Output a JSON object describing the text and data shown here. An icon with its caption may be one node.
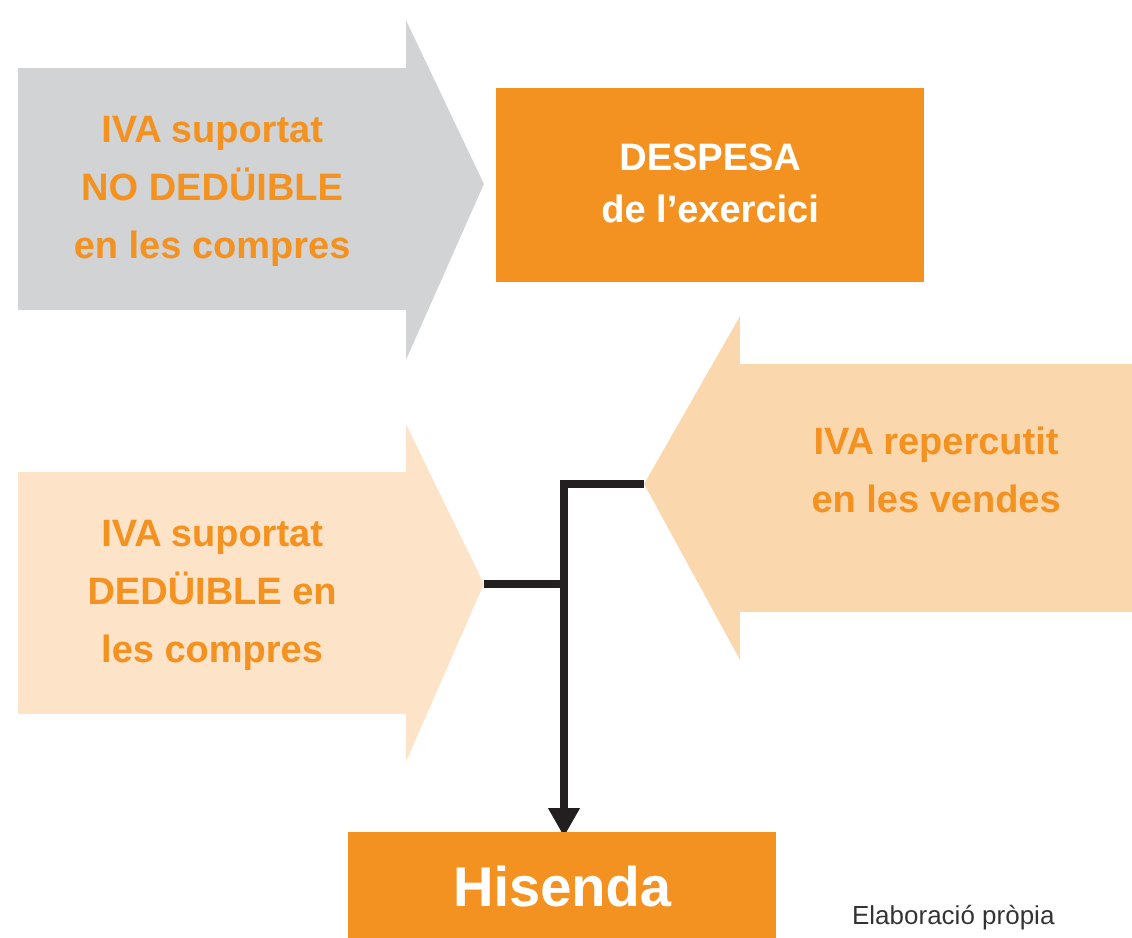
{
  "diagram": {
    "nodes": [
      {
        "text": [
          "IVA suportat NO DEDÜIBLE en les compres"
        ]
      },
      {
        "text": [
          "DESPESA",
          "de l’exercici"
        ]
      },
      {
        "text": [
          "IVA suportat DEDÜIBLE en les compres"
        ]
      },
      {
        "text": [
          "IVA repercutit en les vendes"
        ]
      },
      {
        "text": [
          "Hisenda"
        ]
      }
    ],
    "edges": [
      {
        "from": 2,
        "to": 4,
        "arrow": "to"
      },
      {
        "from": 3,
        "to": 4,
        "arrow": "to"
      }
    ],
    "labels": [
      "Elaboració pròpia"
    ]
  }
}
